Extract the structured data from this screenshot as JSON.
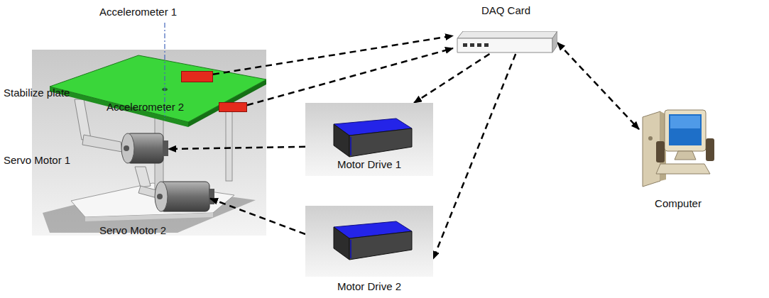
{
  "diagram": {
    "nodes": [
      {
        "text": [
          "Accelerometer 1"
        ]
      },
      {
        "text": [
          "Accelerometer 2"
        ]
      },
      {
        "text": [
          "Servo Motor 1"
        ]
      },
      {
        "text": [
          "Servo Motor 2"
        ]
      },
      {
        "text": [
          "DAQ Card"
        ]
      },
      {
        "text": [
          "Motor Drive 1"
        ]
      },
      {
        "text": [
          "Motor Drive 2"
        ]
      },
      {
        "text": [
          "Computer"
        ]
      }
    ],
    "edges": [
      {
        "from": 0,
        "to": 4,
        "arrow": "to"
      },
      {
        "from": 1,
        "to": 4,
        "arrow": "to"
      },
      {
        "from": 4,
        "to": 5,
        "arrow": "to"
      },
      {
        "from": 4,
        "to": 6,
        "arrow": "to"
      },
      {
        "from": 4,
        "to": 7,
        "arrow": "both"
      },
      {
        "from": 5,
        "to": 2,
        "arrow": "to"
      },
      {
        "from": 6,
        "to": 3,
        "arrow": "to"
      }
    ],
    "labels": [
      "Stabilize plate"
    ]
  }
}
